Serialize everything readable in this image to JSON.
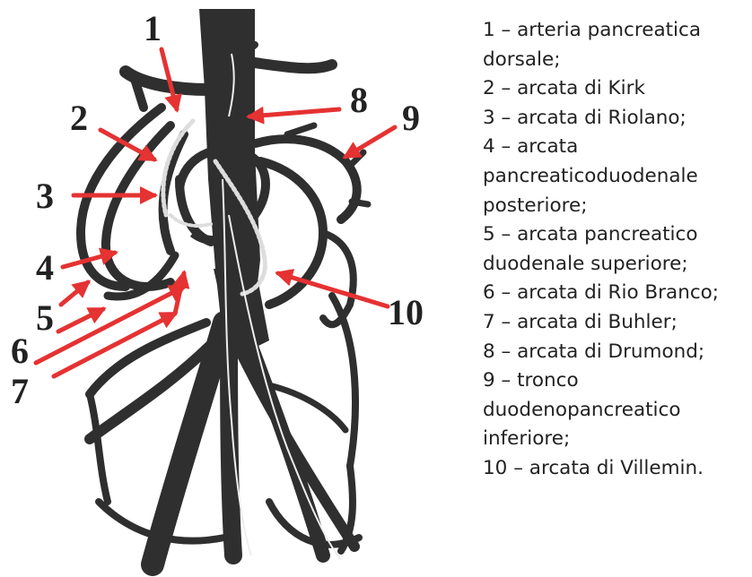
{
  "diagram": {
    "numbers": [
      "1",
      "2",
      "3",
      "4",
      "5",
      "6",
      "7",
      "8",
      "9",
      "10"
    ]
  },
  "legend": [
    {
      "id": "1",
      "text": "1 – arteria pancreatica dorsale;"
    },
    {
      "id": "2",
      "text": "2 – arcata di Kirk"
    },
    {
      "id": "3",
      "text": "3 – arcata di Riolano;"
    },
    {
      "id": "4",
      "text": "4 – arcata pancreaticoduodenale posteriore;"
    },
    {
      "id": "5",
      "text": "5 – arcata pancreatico duodenale superiore;"
    },
    {
      "id": "6",
      "text": "6 – arcata di Rio Branco;"
    },
    {
      "id": "7",
      "text": "7 – arcata di Buhler;"
    },
    {
      "id": "8",
      "text": "8 – arcata di Drumond;"
    },
    {
      "id": "9",
      "text": "9 – tronco duodenopancreatico inferiore;"
    },
    {
      "id": "10",
      "text": "10 – arcata di Villemin."
    }
  ],
  "colors": {
    "vessel": "#2f2f2f",
    "arrow": "#e53232",
    "dotted_arcade": "#dddddd",
    "text": "#222222"
  }
}
